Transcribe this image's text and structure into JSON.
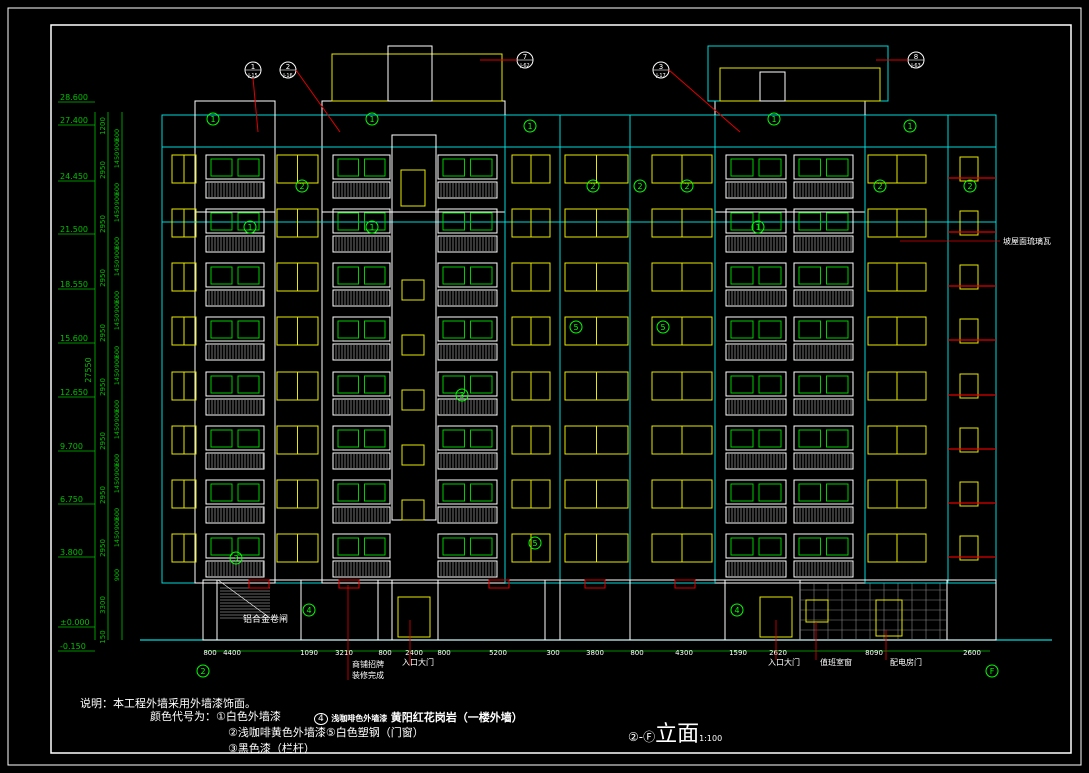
{
  "colors": {
    "background": "#000000",
    "frame": "#ffffff",
    "structure": "#ffffff",
    "windows": "#e8e800",
    "glass": "#00cc00",
    "cyan": "#00d8d8",
    "leader": "#e00000",
    "dims": "#00c000",
    "grid_bubble": "#00ff00"
  },
  "elevations": [
    "28.600",
    "27.400",
    "24.450",
    "21.500",
    "18.550",
    "15.600",
    "12.650",
    "9.700",
    "6.750",
    "3.800",
    "±0.000",
    "-0.150"
  ],
  "vertical_dims_outer": [
    "1200",
    "2950",
    "2950",
    "2950",
    "2950",
    "2950",
    "2950",
    "2950",
    "2950",
    "3300",
    "150"
  ],
  "vertical_dims_inner": [
    "1450",
    "900",
    "600",
    "1450",
    "900",
    "600",
    "1450",
    "900",
    "600",
    "1450",
    "900",
    "600",
    "1450",
    "900",
    "600",
    "1450",
    "900",
    "600",
    "1450",
    "900",
    "600",
    "1450",
    "900",
    "600",
    "900"
  ],
  "total_height": "27550",
  "horizontal_dims": [
    "800",
    "4400",
    "1090",
    "3210",
    "800",
    "2400",
    "800",
    "5200",
    "300",
    "3800",
    "800",
    "4300",
    "1590",
    "2620",
    "8090",
    "2600"
  ],
  "axis_left": "2",
  "axis_right": "F",
  "detail_callouts": [
    {
      "n": "1",
      "ref": "J-15"
    },
    {
      "n": "2",
      "ref": "J-16"
    },
    {
      "n": "7",
      "ref": "J-62"
    },
    {
      "n": "3",
      "ref": "J-17"
    },
    {
      "n": "8",
      "ref": "J-63"
    }
  ],
  "labels": {
    "aluminum_shutter": "铝合金卷闸",
    "entrance_left": "入口大门",
    "entrance_right": "入口大门",
    "shop_upper": "商铺招牌",
    "shop_lower": "装修完成",
    "guard_room": "值班室窗",
    "power_room": "配电房门",
    "roof_tile": "坡屋面琉璃瓦",
    "color_code_1": "1",
    "color_code_2": "2",
    "color_code_3": "3",
    "color_code_4": "4",
    "color_code_5": "5"
  },
  "notes": {
    "line1": "说明：本工程外墙采用外墙漆饰面。",
    "line2_prefix": "颜色代号为：",
    "c1": "白色外墙漆",
    "c4_code": "4",
    "c4_strong": "浅咖啡色外墙漆",
    "c4_desc": "黄阳红花岗岩（一楼外墙）",
    "c2": "浅咖啡黄色外墙漆",
    "c5": "白色塑钢（门窗）",
    "c3": "黑色漆（栏杆）"
  },
  "drawing_title": {
    "axes": "②-Ⓕ",
    "name": "立面",
    "scale": "1:100"
  }
}
